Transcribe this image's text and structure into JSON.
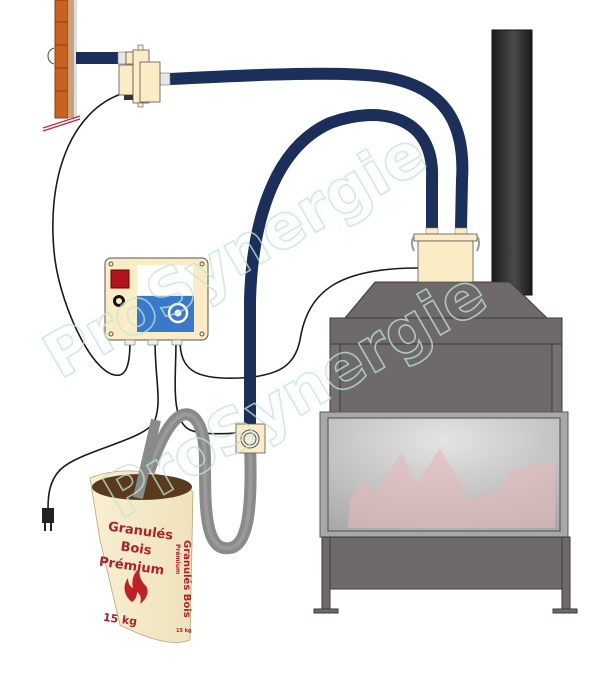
{
  "diagram": {
    "title": "Pellet vacuum feeding system for wood insert",
    "watermark": {
      "line1": "ProSynergie",
      "line2": "ProSynergie",
      "color": "#bfe8d3"
    },
    "components": {
      "wall": {
        "label": "Brick wall",
        "color": "#c9621f"
      },
      "vacuum_turbine": {
        "label": "Vacuum turbine unit",
        "color": "#fbecc6"
      },
      "control_box": {
        "label": "Control box",
        "body_color": "#fbecc6",
        "switch_color": "#b3141b",
        "panel_color": "#3a78c9"
      },
      "wall_inlet": {
        "label": "Hose wall inlet"
      },
      "hopper_receiver": {
        "label": "Pellet receiver on insert"
      },
      "insert": {
        "label": "Fireplace insert",
        "color": "#6f6a6a"
      },
      "chimney_pipe": {
        "label": "Flue pipe",
        "color": "#2a2a2a"
      },
      "power_plug": {
        "label": "Power plug"
      },
      "pellet_bag": {
        "front_line1": "Granulés",
        "front_line2": "Bois",
        "front_line3": "Prémium",
        "weight": "15 kg",
        "side_line1": "Granulés Bois",
        "side_line2": "Prémium",
        "side_weight": "15 kg",
        "text_color": "#b0202a"
      }
    },
    "colors": {
      "hose_blue": "#1b2f5a",
      "hose_gray": "#8a8a8a",
      "cable": "#1a1a1a",
      "glass": "#cfcfcf",
      "flame": "#e4b9b9"
    }
  }
}
